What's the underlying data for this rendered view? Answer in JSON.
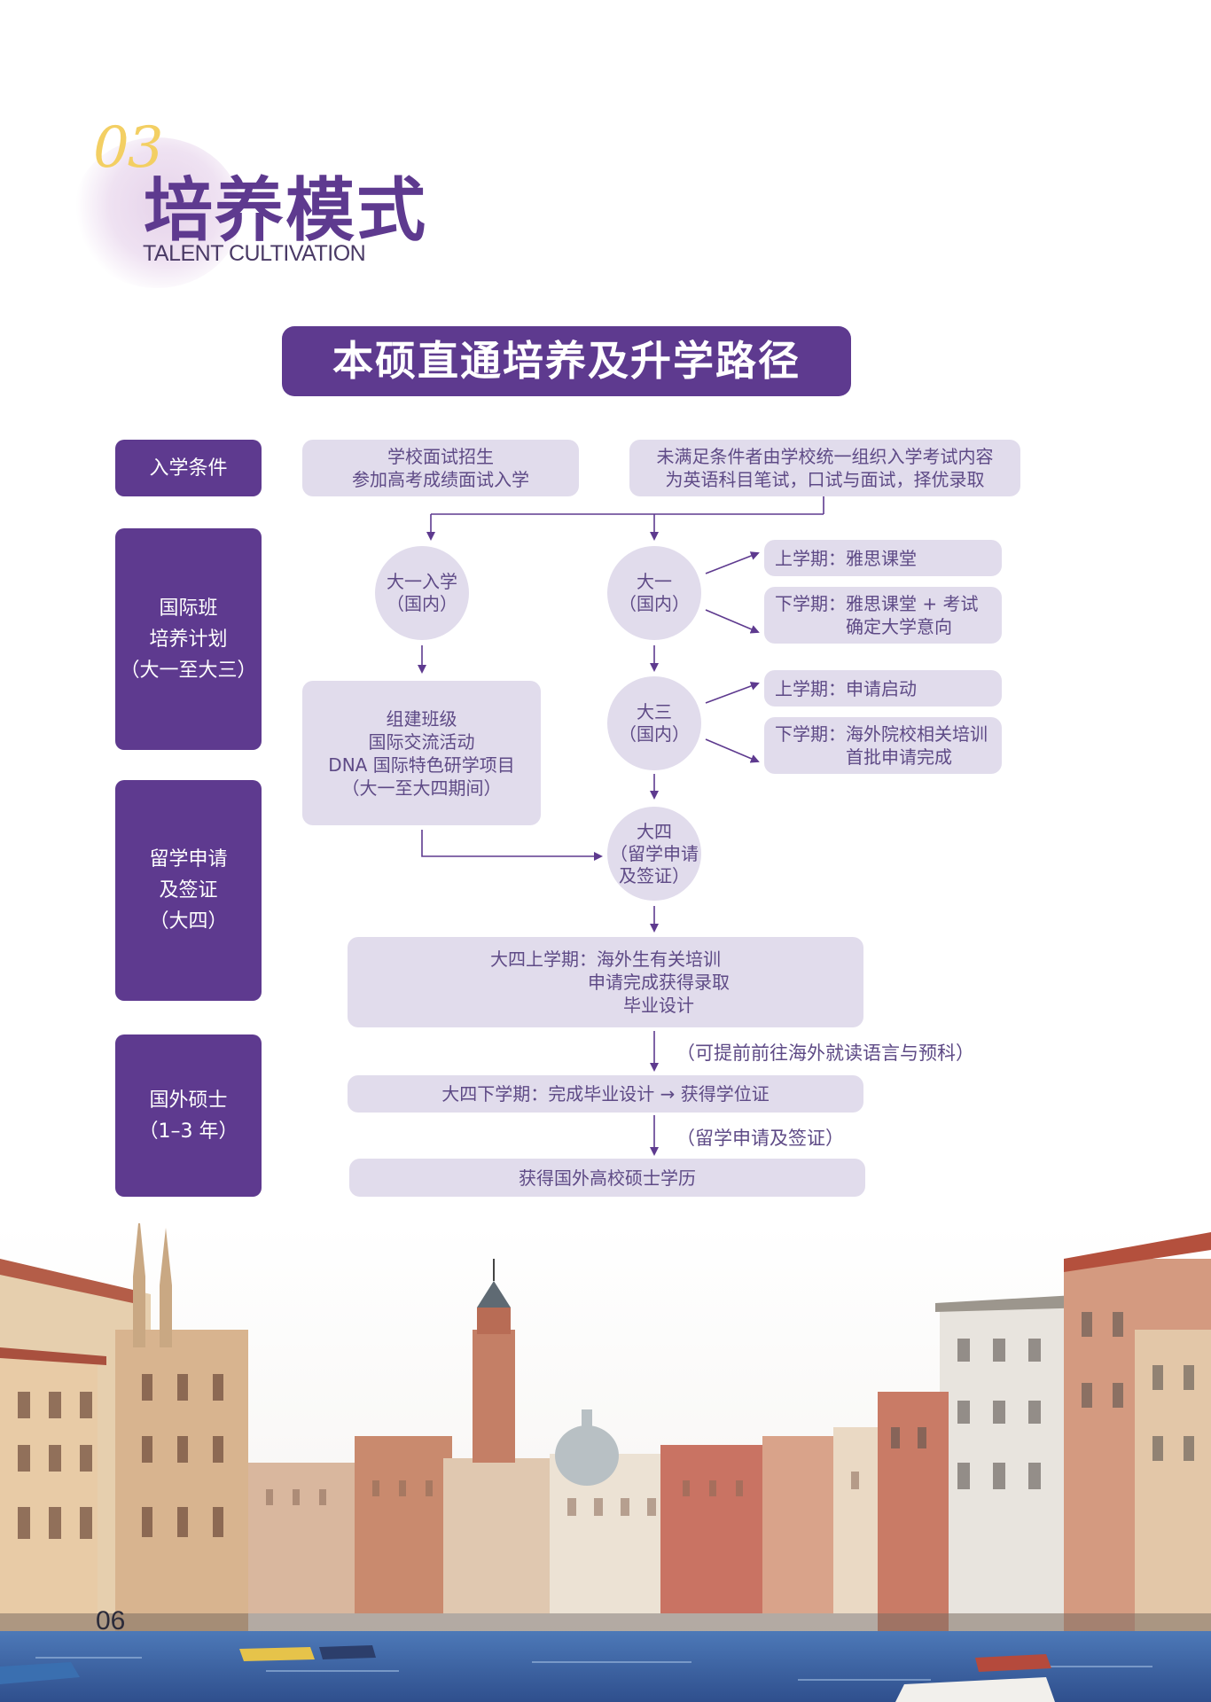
{
  "header": {
    "number": "03",
    "title": "培养模式",
    "subtitle": "TALENT CULTIVATION"
  },
  "banner": "本硕直通培养及升学路径",
  "phases": [
    "入学条件",
    "国际班\n培养计划\n（大一至大三）",
    "留学申请\n及签证\n（大四）",
    "国外硕士\n（1–3 年）"
  ],
  "admission": {
    "box1": "学校面试招生\n参加高考成绩面试入学",
    "box2": "未满足条件者由学校统一组织入学考试内容\n为英语科目笔试，口试与面试，择优录取"
  },
  "circles": {
    "year1_left": "大一入学\n（国内）",
    "year1_right": "大一\n（国内）",
    "year3": "大三\n（国内）",
    "year4": "大四\n（留学申请\n及签证）"
  },
  "side_boxes": {
    "y1_term1": "上学期：雅思课堂",
    "y1_term2": "下学期：雅思课堂 + 考试\n　　　　确定大学意向",
    "y3_term1": "上学期：申请启动",
    "y3_term2": "下学期：海外院校相关培训\n　　　　首批申请完成"
  },
  "activities": "组建班级\n国际交流活动\nDNA 国际特色研学项目\n（大一至大四期间）",
  "year4_term1": "大四上学期：海外生有关培训\n　　　　　　申请完成获得录取\n　　　　　　毕业设计",
  "note1": "（可提前前往海外就读语言与预科）",
  "year4_term2": "大四下学期：完成毕业设计 → 获得学位证",
  "note2": "（留学申请及签证）",
  "final": "获得国外高校硕士学历",
  "page_number": "06"
}
